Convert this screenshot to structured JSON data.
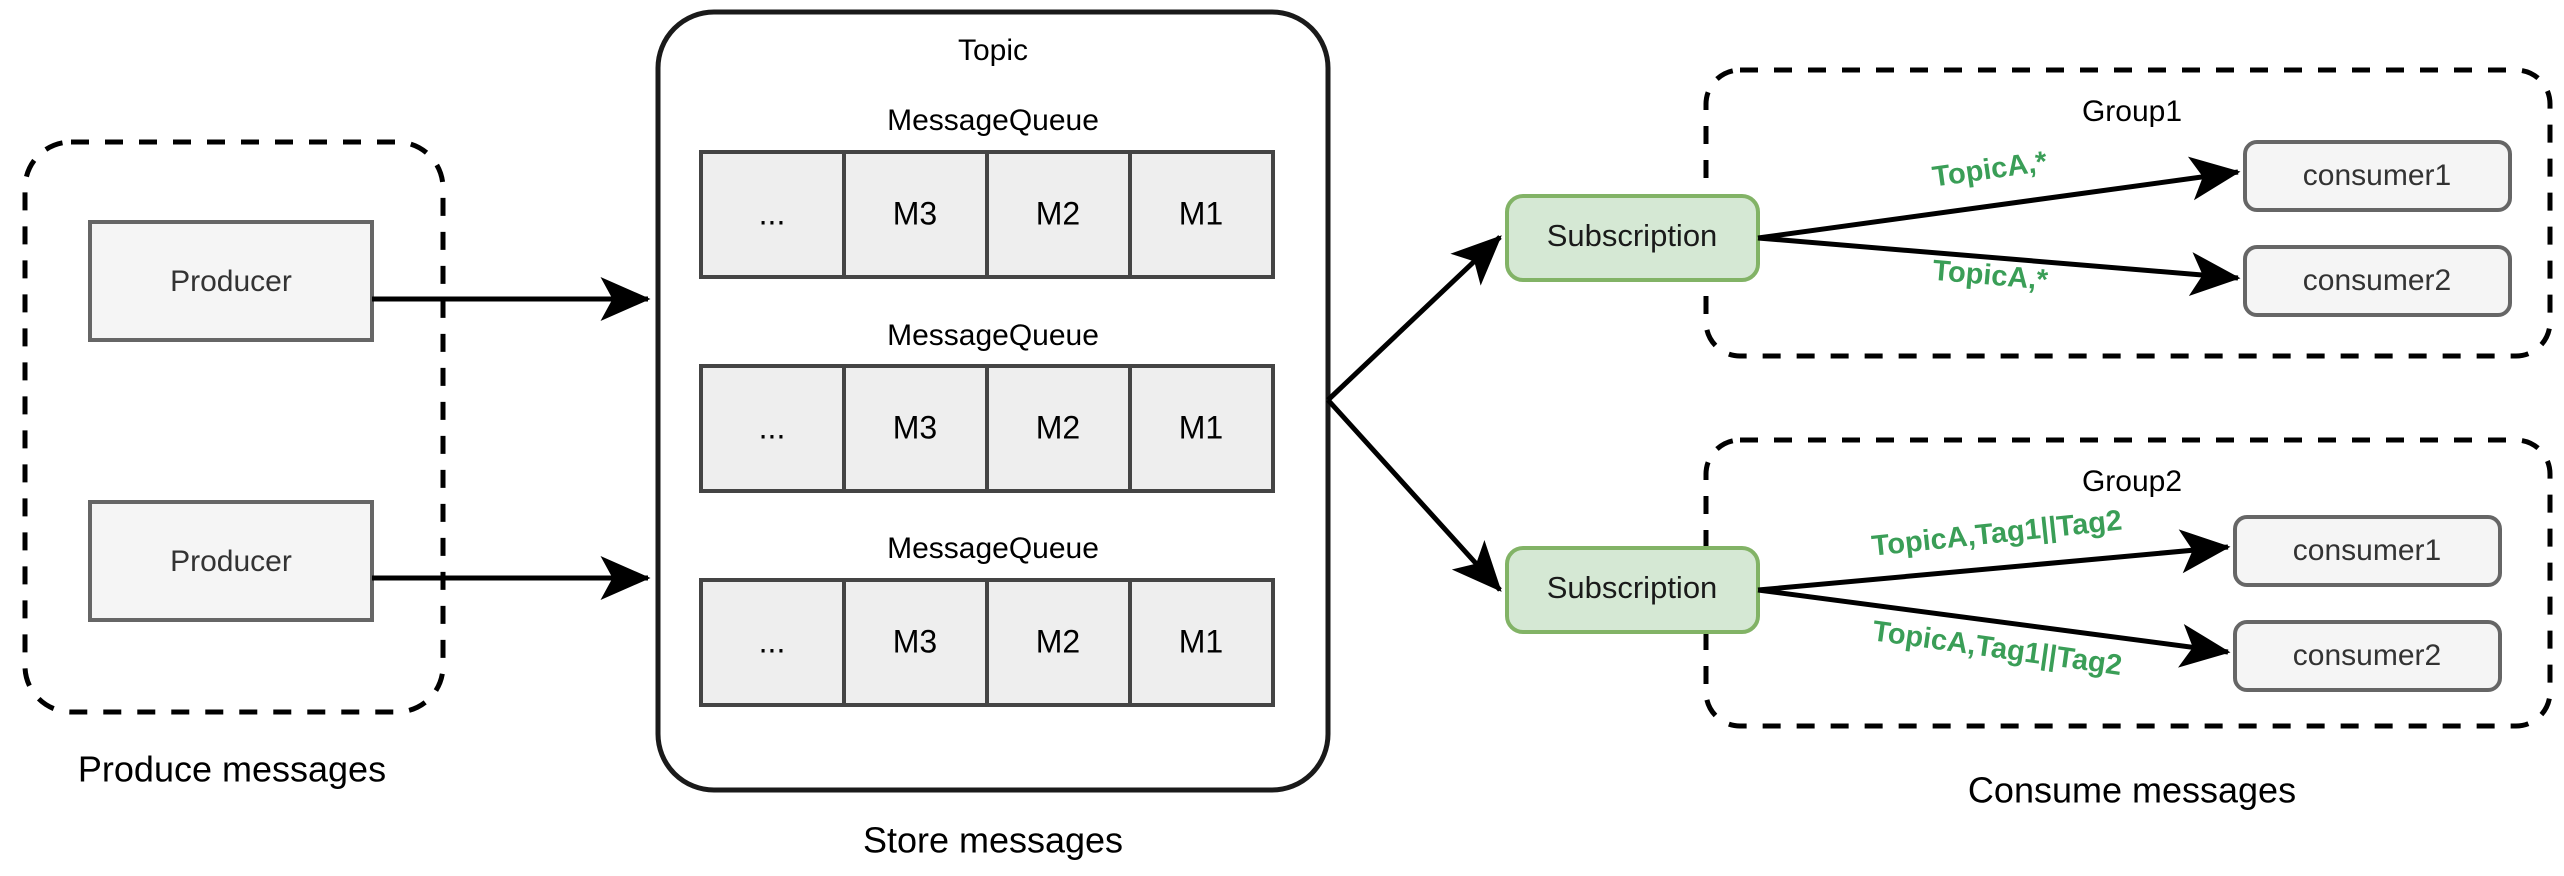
{
  "diagram": {
    "title_hidden": "",
    "colors": {
      "accent_green_fill": "#d5e8d4",
      "accent_green_stroke": "#82b366",
      "label_green": "#3a9e57",
      "box_fill": "#f5f5f5",
      "box_stroke": "#666666",
      "cell_fill": "#eeeeee",
      "cell_stroke": "#444444",
      "line": "#000000"
    }
  },
  "produce": {
    "caption": "Produce messages",
    "producers": [
      {
        "label": "Producer"
      },
      {
        "label": "Producer"
      }
    ]
  },
  "store": {
    "caption": "Store messages",
    "topic_label": "Topic",
    "queue_label": "MessageQueue",
    "queues": [
      {
        "label": "MessageQueue",
        "cells": [
          "...",
          "M3",
          "M2",
          "M1"
        ]
      },
      {
        "label": "MessageQueue",
        "cells": [
          "...",
          "M3",
          "M2",
          "M1"
        ]
      },
      {
        "label": "MessageQueue",
        "cells": [
          "...",
          "M3",
          "M2",
          "M1"
        ]
      }
    ]
  },
  "consume": {
    "caption": "Consume messages",
    "subscriptions": [
      {
        "label": "Subscription"
      },
      {
        "label": "Subscription"
      }
    ],
    "groups": [
      {
        "name": "Group1",
        "consumers": [
          {
            "label": "consumer1",
            "filter": "TopicA,*"
          },
          {
            "label": "consumer2",
            "filter": "TopicA,*"
          }
        ]
      },
      {
        "name": "Group2",
        "consumers": [
          {
            "label": "consumer1",
            "filter": "TopicA,Tag1||Tag2"
          },
          {
            "label": "consumer2",
            "filter": "TopicA,Tag1||Tag2"
          }
        ]
      }
    ]
  }
}
